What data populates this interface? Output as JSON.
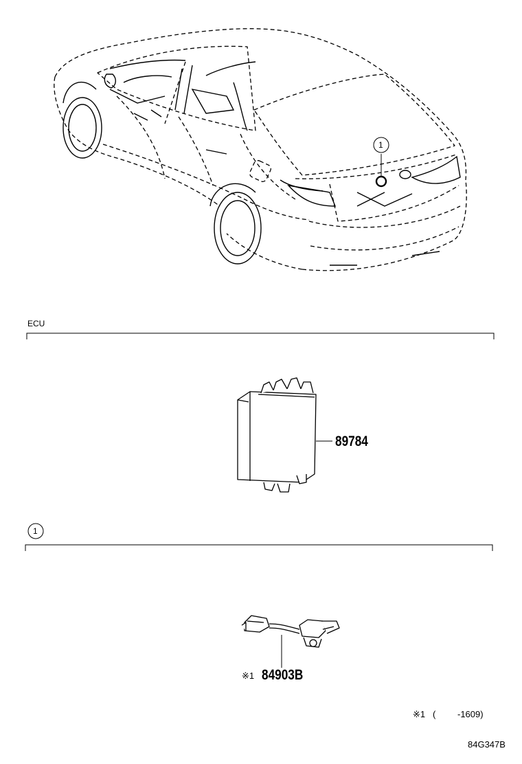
{
  "sections": {
    "ecu": {
      "title": "ECU",
      "part_number": "89784"
    },
    "callout": {
      "marker": "1",
      "part_prefix": "※1",
      "part_number": "84903B"
    }
  },
  "car_callout": "1",
  "footnote": {
    "mark": "※1",
    "open": "(",
    "range": "-1609)"
  },
  "diagram_code": "84G347B"
}
